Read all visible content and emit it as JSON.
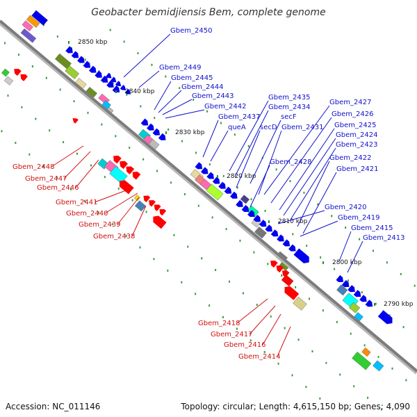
{
  "title": "Geobacter bemidjiensis Bem, complete genome",
  "footer": {
    "accession": "Accession: NC_011146",
    "stats": "Topology: circular; Length: 4,615,150 bp; Genes: 4,090"
  },
  "colors": {
    "forward_label": "#1010cc",
    "reverse_label": "#d01010",
    "backbone": "#888888",
    "tick": "#2a8a2a"
  },
  "ticks": [
    "2850 kbp",
    "2840 kbp",
    "2830 kbp",
    "2820 kbp",
    "2810 kbp",
    "2800 kbp",
    "2790 kbp"
  ],
  "forward_labels": [
    "Gbem_2450",
    "Gbem_2449",
    "Gbem_2445",
    "Gbem_2444",
    "Gbem_2443",
    "Gbem_2442",
    "Gbem_2437",
    "queA",
    "Gbem_2435",
    "Gbem_2434",
    "secF",
    "secD",
    "Gbem_2431",
    "Gbem_2428",
    "Gbem_2427",
    "Gbem_2426",
    "Gbem_2425",
    "Gbem_2424",
    "Gbem_2423",
    "Gbem_2422",
    "Gbem_2421",
    "Gbem_2420",
    "Gbem_2419",
    "Gbem_2415",
    "Gbem_2413"
  ],
  "reverse_labels": [
    "Gbem_2448",
    "Gbem_2447",
    "Gbem_2446",
    "Gbem_2441",
    "Gbem_2440",
    "Gbem_2439",
    "Gbem_2438",
    "Gbem_2418",
    "Gbem_2417",
    "Gbem_2416",
    "Gbem_2414"
  ]
}
